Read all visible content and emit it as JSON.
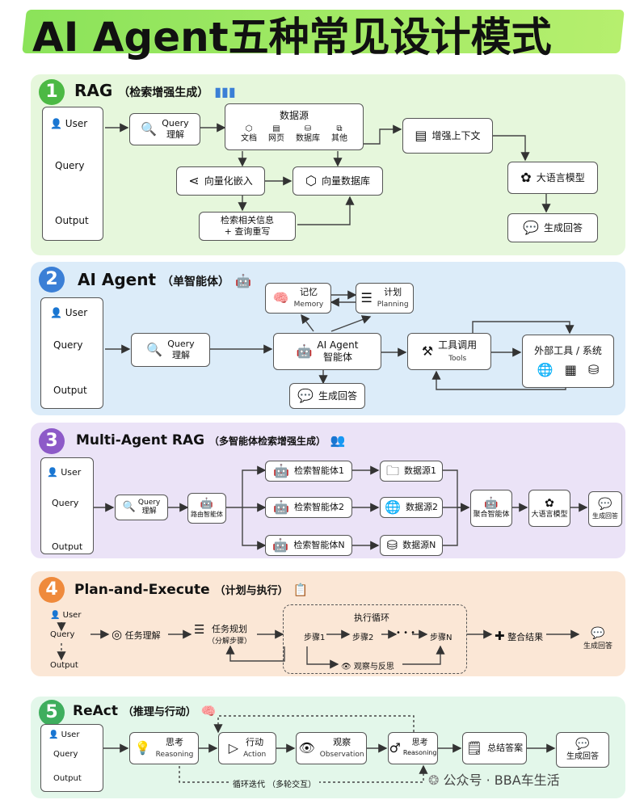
{
  "title": "AI Agent五种常见设计模式",
  "sections": {
    "rag": {
      "num": "1",
      "title": "RAG",
      "subtitle": "（检索增强生成）",
      "user": "User",
      "query": "Query",
      "output": "Output",
      "query_understand_1": "Query",
      "query_understand_2": "理解",
      "datasource": "数据源",
      "ds_items": [
        "文档",
        "网页",
        "数据库",
        "其他"
      ],
      "embed": "向量化嵌入",
      "vectordb": "向量数据库",
      "retrieve_1": "检索相关信息",
      "retrieve_2": "+ 查询重写",
      "context": "增强上下文",
      "llm": "大语言模型",
      "answer": "生成回答"
    },
    "agent": {
      "num": "2",
      "title": "AI Agent",
      "subtitle": "（单智能体）",
      "user": "User",
      "query": "Query",
      "output": "Output",
      "query_understand_1": "Query",
      "query_understand_2": "理解",
      "memory_1": "记忆",
      "memory_2": "Memory",
      "planning_1": "计划",
      "planning_2": "Planning",
      "agent_1": "AI Agent",
      "agent_2": "智能体",
      "tools_1": "工具调用",
      "tools_2": "Tools",
      "external": "外部工具 / 系统",
      "answer": "生成回答"
    },
    "multi": {
      "num": "3",
      "title": "Multi-Agent RAG",
      "subtitle": "（多智能体检索增强生成）",
      "user": "User",
      "query": "Query",
      "output": "Output",
      "query_understand_1": "Query",
      "query_understand_2": "理解",
      "router": "路由智能体",
      "agents": [
        "检索智能体1",
        "检索智能体2",
        "检索智能体N"
      ],
      "sources": [
        "数据源1",
        "数据源2",
        "数据源N"
      ],
      "aggregator": "聚合智能体",
      "llm": "大语言模型",
      "answer": "生成回答"
    },
    "plan": {
      "num": "4",
      "title": "Plan-and-Execute",
      "subtitle": "（计划与执行）",
      "user": "User",
      "query": "Query",
      "output": "Output",
      "task_understand": "任务理解",
      "task_plan_1": "任务规划",
      "task_plan_2": "（分解步骤）",
      "loop": "执行循环",
      "step1": "步骤1",
      "step2": "步骤2",
      "dots": "• • •",
      "stepn": "步骤N",
      "observe": "观察与反思",
      "integrate": "整合结果",
      "answer": "生成回答"
    },
    "react": {
      "num": "5",
      "title": "ReAct",
      "subtitle": "（推理与行动）",
      "user": "User",
      "query": "Query",
      "output": "Output",
      "think_1": "思考",
      "think_2": "Reasoning",
      "action_1": "行动",
      "action_2": "Action",
      "observe_1": "观察",
      "observe_2": "Observation",
      "think2_1": "思考",
      "think2_2": "Reasoning",
      "summary": "总结答案",
      "answer": "生成回答",
      "loop": "循环迭代 （多轮交互）"
    }
  },
  "colors": {
    "title_highlight": "#8be35a",
    "num1": "#4cb944",
    "num2": "#3b7fd6",
    "num3": "#8d5ac8",
    "num4": "#ef8a3c",
    "num5": "#3fae5e"
  },
  "watermark": "公众号 · BBA车生活"
}
